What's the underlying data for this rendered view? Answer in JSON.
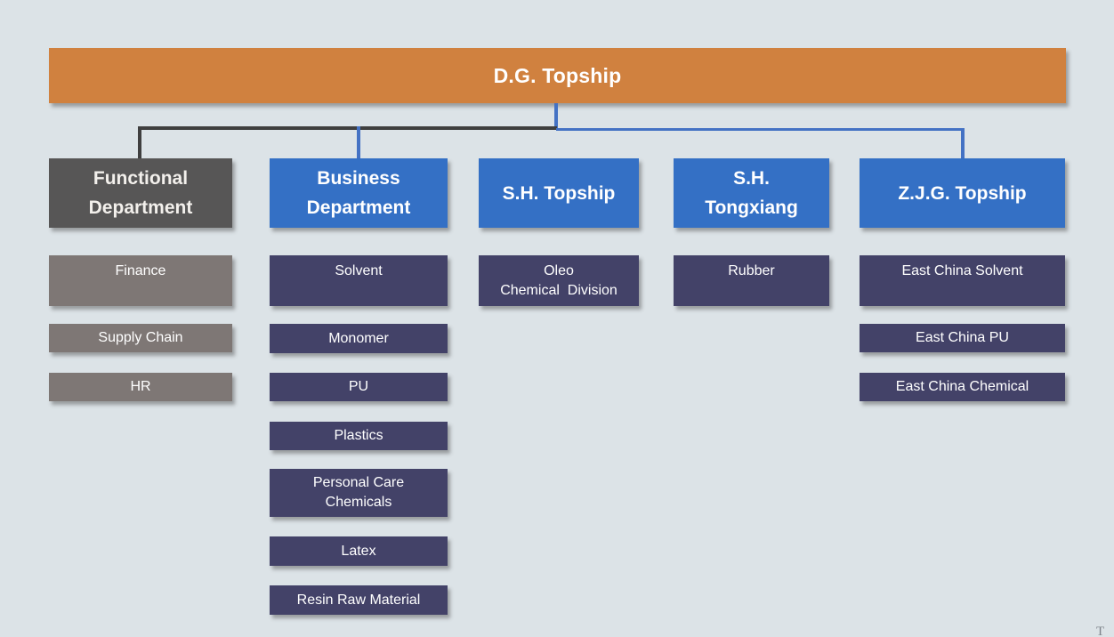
{
  "palette": {
    "background": "#dce3e7",
    "root_fill": "#d0813f",
    "dept_blue": "#3470c5",
    "dept_gray": "#575656",
    "child_gray": "#7e7775",
    "child_navy": "#434268",
    "connector_blue": "#4472c4",
    "connector_gray": "#3f3f3f",
    "text_white": "#ffffff",
    "corner_mark_color": "#7d838a"
  },
  "chart": {
    "type": "org-chart",
    "root": {
      "label": "D.G. Topship"
    },
    "branches": [
      {
        "label": "Functional\nDepartment",
        "children": [
          {
            "label": "Finance"
          },
          {
            "label": "Supply Chain"
          },
          {
            "label": "HR"
          }
        ]
      },
      {
        "label": "Business\nDepartment",
        "children": [
          {
            "label": "Solvent"
          },
          {
            "label": "Monomer"
          },
          {
            "label": "PU"
          },
          {
            "label": "Plastics"
          },
          {
            "label": "Personal Care\nChemicals"
          },
          {
            "label": "Latex"
          },
          {
            "label": "Resin Raw Material"
          }
        ]
      },
      {
        "label": "S.H. Topship",
        "children": [
          {
            "label": "Oleo\nChemical  Division"
          }
        ]
      },
      {
        "label": "S.H.\nTongxiang",
        "children": [
          {
            "label": "Rubber"
          }
        ]
      },
      {
        "label": "Z.J.G. Topship",
        "children": [
          {
            "label": "East China Solvent"
          },
          {
            "label": "East China PU"
          },
          {
            "label": "East China Chemical"
          }
        ]
      }
    ]
  },
  "corner_mark": "T"
}
